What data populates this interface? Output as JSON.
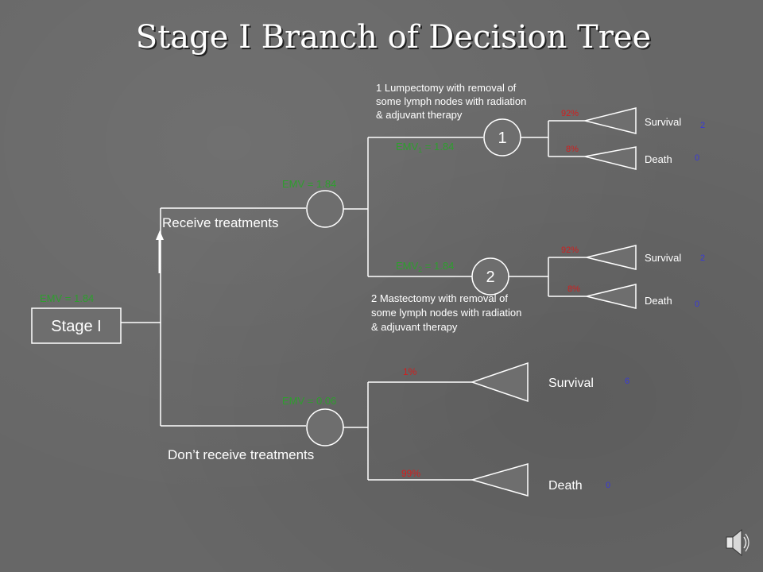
{
  "title": "Stage I Branch of Decision Tree",
  "root": {
    "label": "Stage I",
    "emv": "EMV = 1.84"
  },
  "receive": {
    "label": "Receive treatments",
    "emv": "EMV = 1.84",
    "option1": {
      "number": "1",
      "emv": "EMV",
      "emv_sub": "1",
      "emv_val": " = 1.84",
      "description": [
        "1 Lumpectomy with removal of",
        "some lymph nodes with radiation",
        "& adjuvant therapy"
      ],
      "survival": {
        "prob": "92%",
        "label": "Survival",
        "payoff": "2"
      },
      "death": {
        "prob": "8%",
        "label": "Death",
        "payoff": "0"
      }
    },
    "option2": {
      "number": "2",
      "emv": "EMV",
      "emv_sub": "2",
      "emv_val": " = 1.84",
      "description": [
        "2 Mastectomy with removal of",
        "some lymph nodes with radiation",
        "& adjuvant therapy"
      ],
      "survival": {
        "prob": "92%",
        "label": "Survival",
        "payoff": "2"
      },
      "death": {
        "prob": "8%",
        "label": "Death",
        "payoff": "0"
      }
    }
  },
  "no_treatment": {
    "label": "Don’t receive treatments",
    "emv": "EMV = 0.06",
    "survival": {
      "prob": "1%",
      "label": "Survival",
      "payoff": "6"
    },
    "death": {
      "prob": "99%",
      "label": "Death",
      "payoff": "0"
    }
  },
  "colors": {
    "emv": "#2e9e2e",
    "probability": "#d21e1e",
    "payoff": "#3a3ad6",
    "background": "#676767"
  },
  "icons": {
    "speaker": "speaker-icon"
  }
}
